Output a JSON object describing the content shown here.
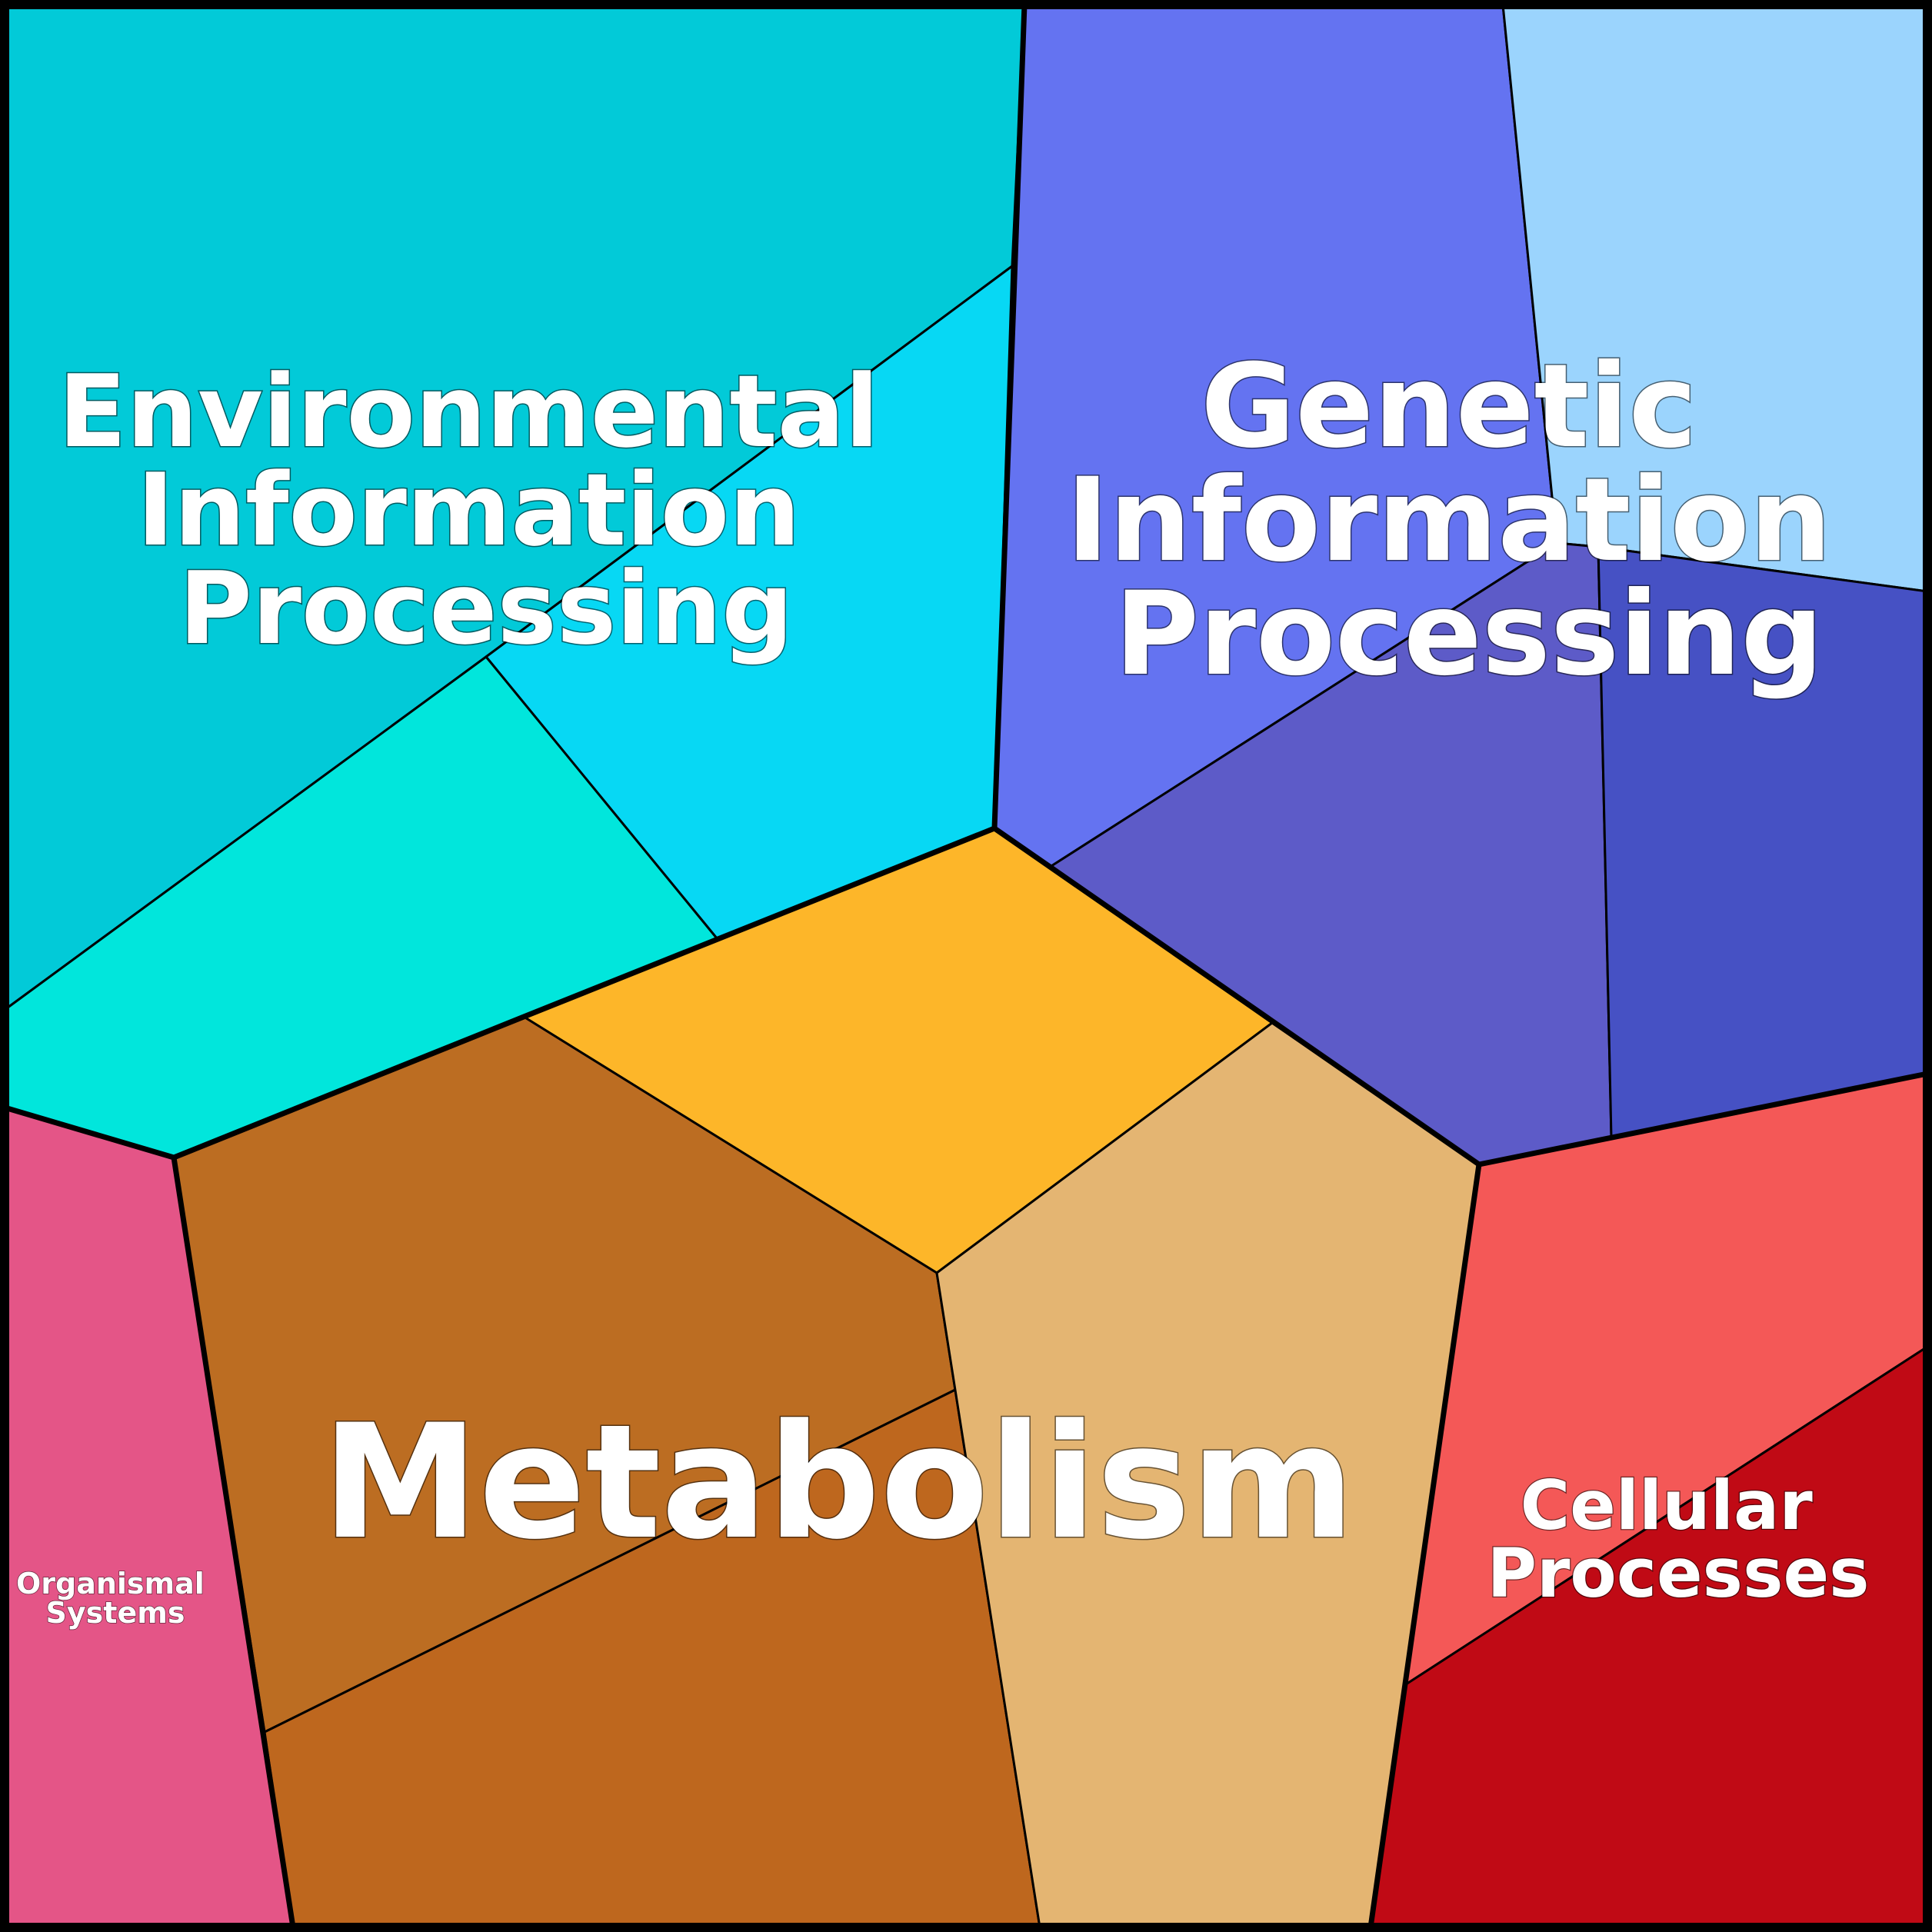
{
  "groups": {
    "environmental": {
      "label_lines": [
        "Environmental",
        "Information",
        "Processing"
      ],
      "cell_colors": [
        "#02CAD8",
        "#07D8F4",
        "#01E6DC"
      ]
    },
    "genetic": {
      "label_lines": [
        "Genetic",
        "Information",
        "Processing"
      ],
      "cell_colors": [
        "#6473F1",
        "#9BD4FD",
        "#5D5BC8",
        "#4651C4"
      ]
    },
    "metabolism": {
      "label_lines": [
        "Metabolism"
      ],
      "cell_colors": [
        "#FDB629",
        "#BC6D22",
        "#BE671E",
        "#E4B572"
      ]
    },
    "cellular": {
      "label_lines": [
        "Cellular",
        "Processes"
      ],
      "cell_colors": [
        "#F45857",
        "#C00A15"
      ]
    },
    "organismal": {
      "label_lines": [
        "Organismal",
        "Systems"
      ],
      "cell_colors": [
        "#E45587"
      ]
    }
  }
}
